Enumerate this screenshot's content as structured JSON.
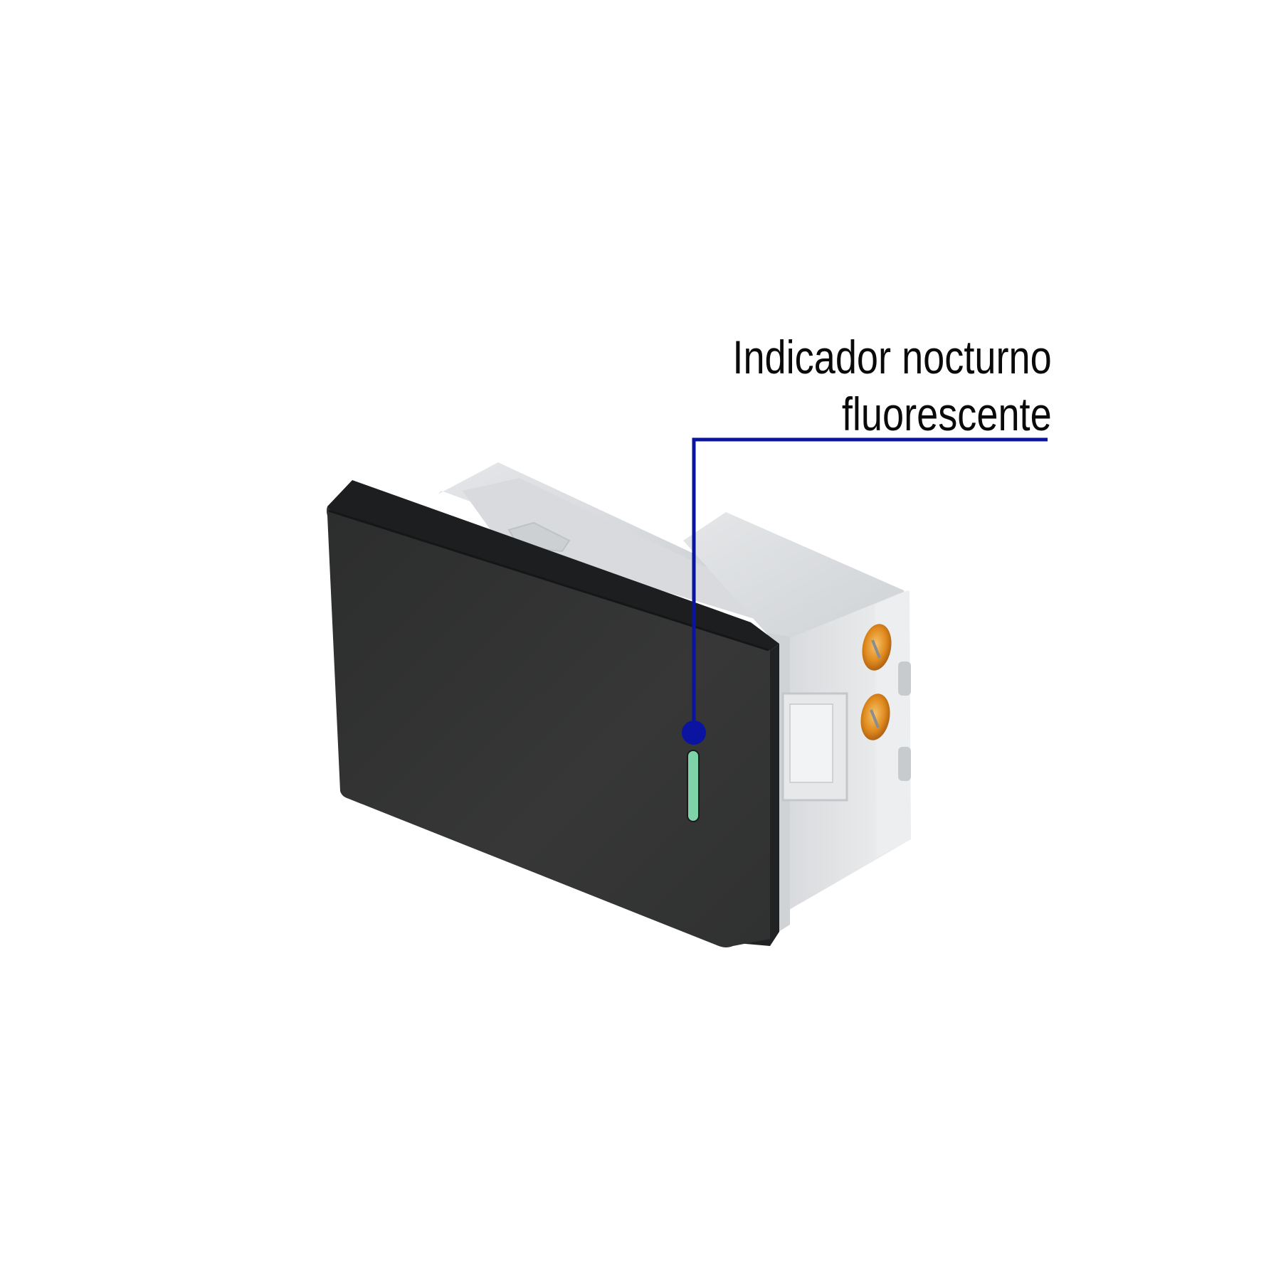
{
  "callout": {
    "line1": "Indicador nocturno",
    "line2": "fluorescente",
    "leader_color": "#0a14a0",
    "dot_color": "#0a14a0"
  },
  "product": {
    "name": "switch-module",
    "rocker_color": "#333433",
    "rocker_edge_color": "#1c1e1f",
    "housing_color": "#dcdee0",
    "indicator_color": "#7fd3a8",
    "terminal_screw_color": "#e8a030",
    "terminal_count": 2
  },
  "background": "#ffffff"
}
